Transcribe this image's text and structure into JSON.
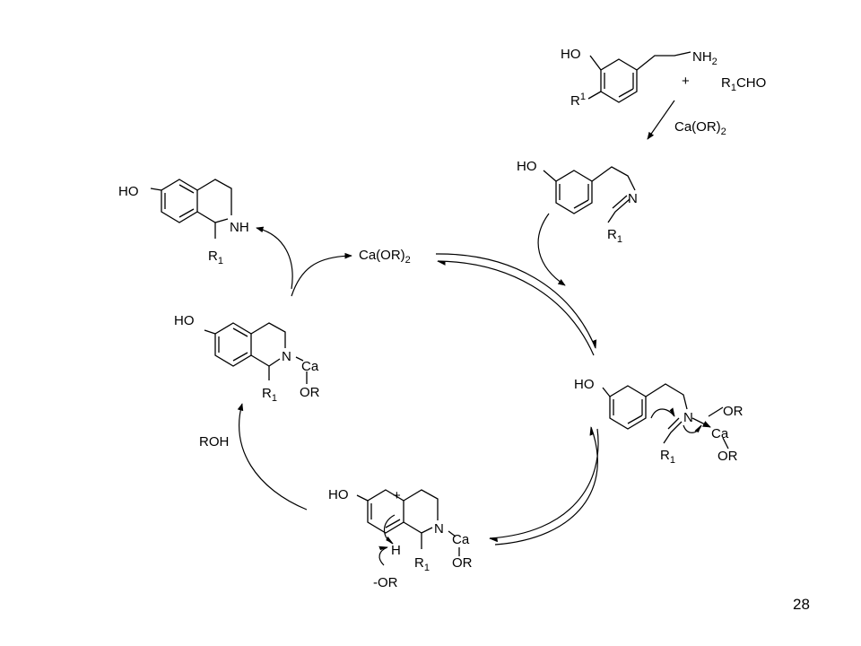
{
  "page_number": "28",
  "reagents": {
    "plus": "+",
    "aldehyde": "R1CHO",
    "catalyst": "Ca(OR)2",
    "alcohol": "ROH"
  },
  "labels": {
    "ho": "HO",
    "nh2": "NH2",
    "r1": "R1",
    "r1_sup": "R1",
    "n": "N",
    "nh": "NH",
    "ca": "Ca",
    "or": "OR",
    "h": "H",
    "minus_or": "-OR",
    "plus": "+"
  }
}
